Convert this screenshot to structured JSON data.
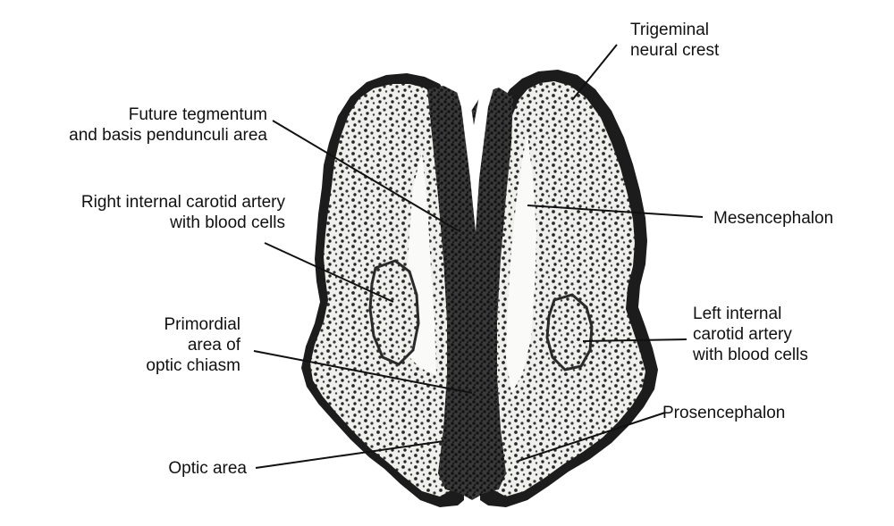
{
  "labels": {
    "trigeminal": [
      "Trigeminal",
      "neural crest"
    ],
    "tegmentum": [
      "Future tegmentum",
      "and basis pendunculi area"
    ],
    "right_carotid": [
      "Right internal carotid artery",
      "with blood cells"
    ],
    "mesencephalon": [
      "Mesencephalon"
    ],
    "primordial": [
      "Primordial",
      "area of",
      "optic chiasm"
    ],
    "left_carotid": [
      "Left internal",
      "carotid artery",
      "with blood cells"
    ],
    "prosencephalon": [
      "Prosencephalon"
    ],
    "optic_area": [
      "Optic area"
    ]
  },
  "colors": {
    "tissue_dark": "#1c1c1c",
    "tissue_light": "#ededeb",
    "background": "#ffffff",
    "leader_line": "#111111"
  }
}
